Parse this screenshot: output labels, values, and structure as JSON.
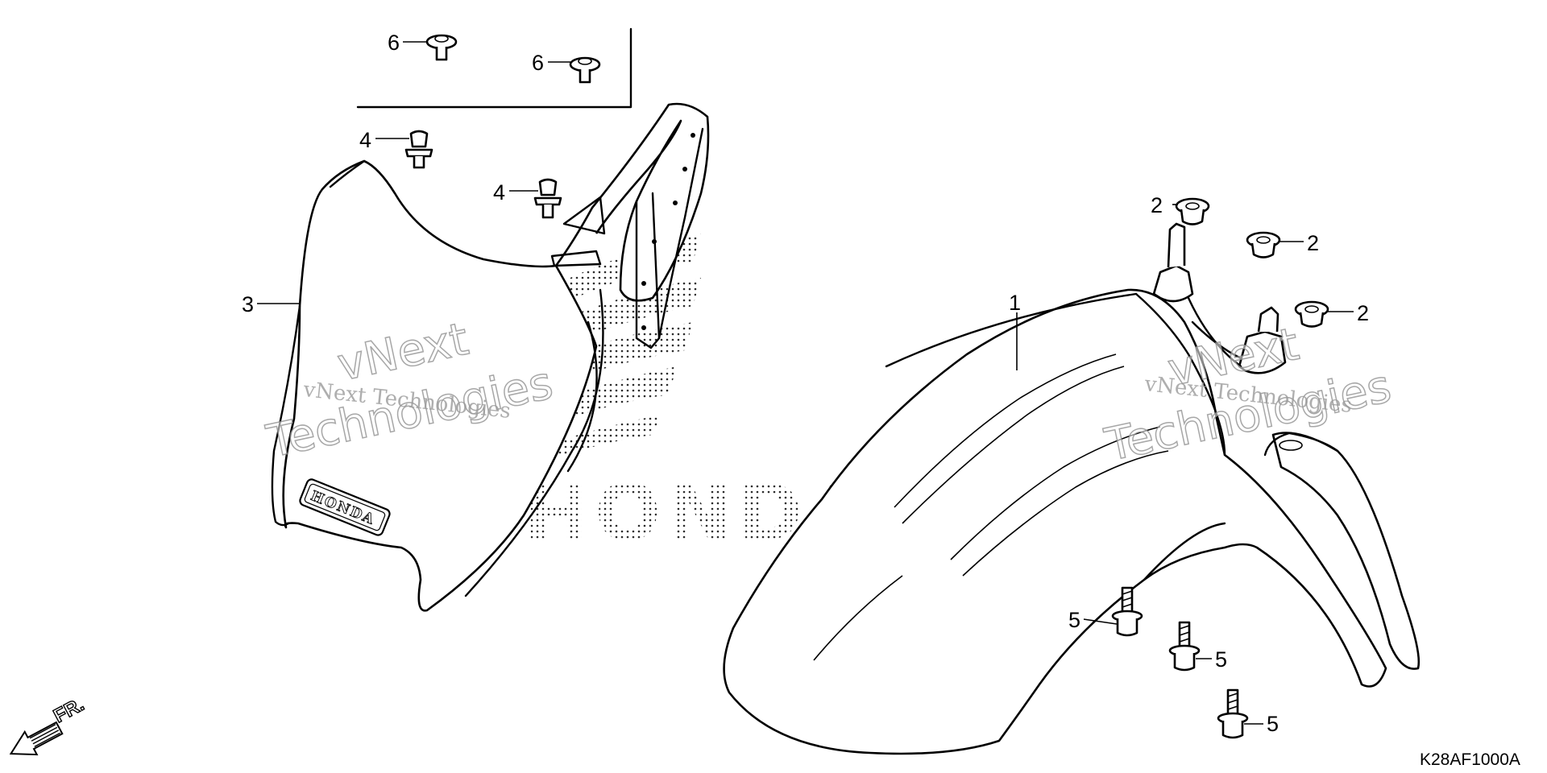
{
  "diagram_code": "K28AF1000A",
  "watermark": {
    "small": "vNext Technologies",
    "big_line1": "vNext",
    "big_line2": "Technologies"
  },
  "decals": {
    "hood_logo": "HONDA",
    "dotted_logo": "HONDA"
  },
  "direction": "FR.",
  "callouts": [
    {
      "id": "1"
    },
    {
      "id": "2"
    },
    {
      "id": "3"
    },
    {
      "id": "4"
    },
    {
      "id": "5"
    },
    {
      "id": "6"
    }
  ]
}
